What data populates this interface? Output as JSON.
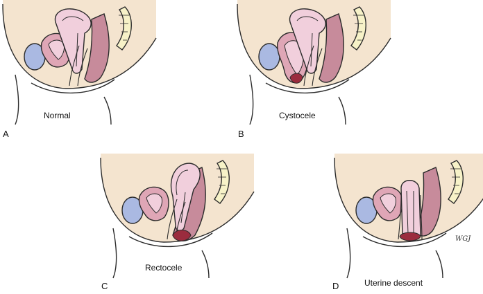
{
  "panels": [
    {
      "letter": "A",
      "caption": "Normal",
      "variant": "normal"
    },
    {
      "letter": "B",
      "caption": "Cystocele",
      "variant": "cystocele"
    },
    {
      "letter": "C",
      "caption": "Rectocele",
      "variant": "rectocele"
    },
    {
      "letter": "D",
      "caption": "Uterine descent",
      "variant": "uterine-descent"
    }
  ],
  "signature": "WGJ",
  "colors": {
    "skin": "#f4e4cf",
    "outline": "#2b2b2b",
    "bladder": "#aab9e2",
    "pink_light": "#f1cfdc",
    "pink_mid": "#dfa6b6",
    "mauve": "#c78b9b",
    "dark_red": "#9b2c3e",
    "spine": "#f7f2c8"
  }
}
